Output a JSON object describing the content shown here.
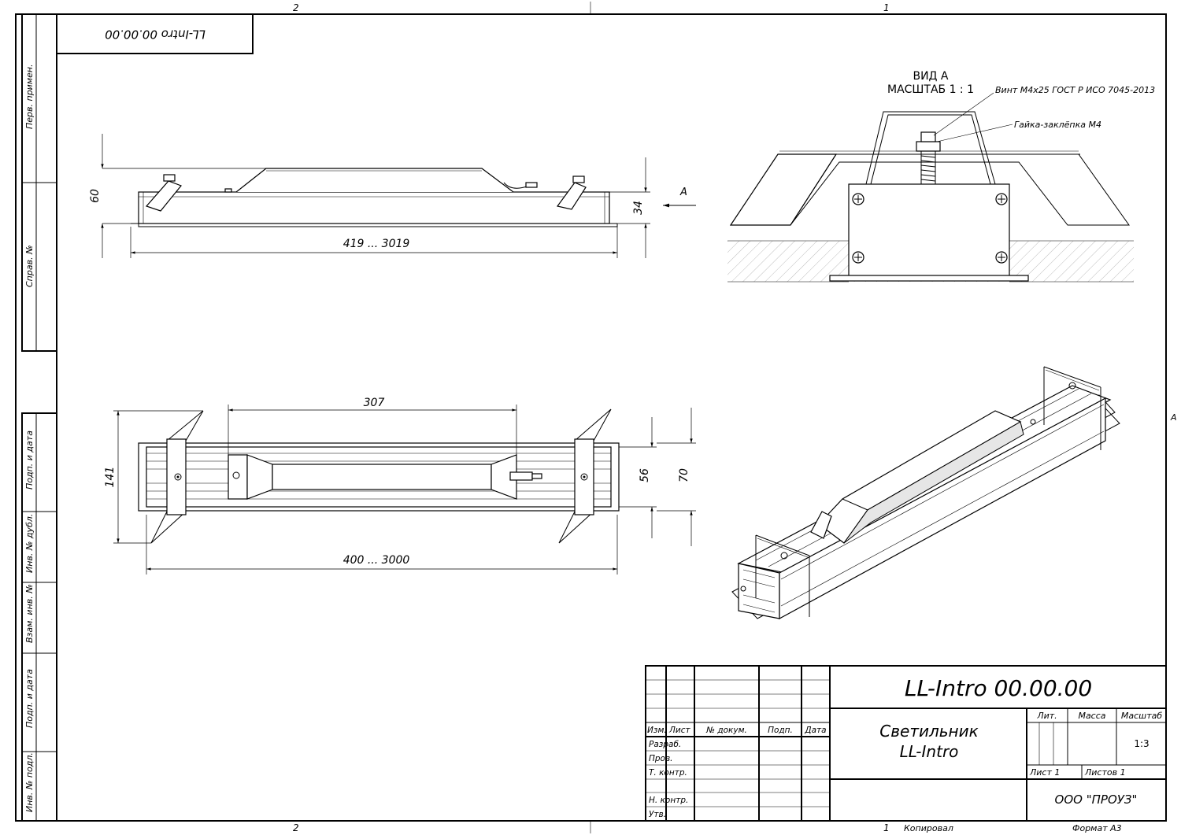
{
  "zones": {
    "top_left": "2",
    "top_right": "1",
    "bottom_left": "2",
    "bottom_right": "1",
    "right_side": "A"
  },
  "stamp_top": "LL-Intro 00.00.00",
  "side_columns": [
    "Перв. примен.",
    "Справ. №",
    "Подп. и дата",
    "Инв. № дубл.",
    "Взам. инв. №",
    "Подп. и дата",
    "Инв. № подл."
  ],
  "views": {
    "side": {
      "dim_height": "60",
      "dim_body": "34",
      "dim_length": "419 ... 3019",
      "arrow_label": "A"
    },
    "detail": {
      "title": "ВИД А",
      "scale": "МАСШТАБ 1 : 1",
      "callout_screw": "Винт М4х25 ГОСТ Р ИСО 7045-2013",
      "callout_nut": "Гайка-заклёпка М4"
    },
    "top": {
      "dim_307": "307",
      "dim_141": "141",
      "dim_56": "56",
      "dim_70": "70",
      "dim_length": "400 ... 3000"
    }
  },
  "title_block": {
    "designation": "LL-Intro 00.00.00",
    "name_line1": "Светильник",
    "name_line2": "LL-Intro",
    "col_headers": [
      "Изм.",
      "Лист",
      "№ докум.",
      "Подп.",
      "Дата"
    ],
    "rows": [
      "Разраб.",
      "Пров.",
      "Т. контр.",
      "",
      "Н. контр.",
      "Утв."
    ],
    "lit_label": "Лит.",
    "mass_label": "Масса",
    "scale_label": "Масштаб",
    "scale_value": "1:3",
    "sheet_label": "Лист 1",
    "sheets_label": "Листов 1",
    "org": "ООО \"ПРОУЗ\""
  },
  "footer": {
    "copied": "Копировал",
    "format": "Формат А3"
  }
}
